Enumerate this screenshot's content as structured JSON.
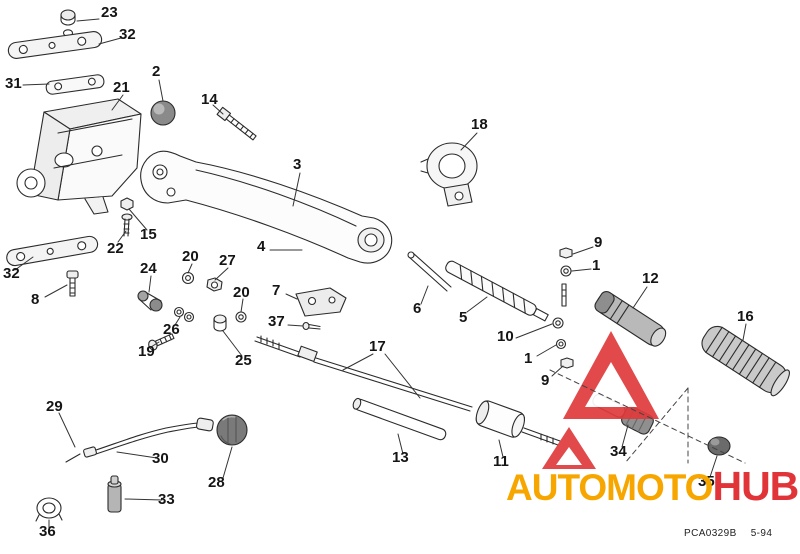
{
  "diagram": {
    "callouts": [
      {
        "label": "23"
      },
      {
        "label": "32"
      },
      {
        "label": "31"
      },
      {
        "label": "2"
      },
      {
        "label": "21"
      },
      {
        "label": "14"
      },
      {
        "label": "3"
      },
      {
        "label": "18"
      },
      {
        "label": "15"
      },
      {
        "label": "22"
      },
      {
        "label": "4"
      },
      {
        "label": "32"
      },
      {
        "label": "8"
      },
      {
        "label": "24"
      },
      {
        "label": "20"
      },
      {
        "label": "27"
      },
      {
        "label": "20"
      },
      {
        "label": "7"
      },
      {
        "label": "37"
      },
      {
        "label": "26"
      },
      {
        "label": "19"
      },
      {
        "label": "25"
      },
      {
        "label": "6"
      },
      {
        "label": "5"
      },
      {
        "label": "9"
      },
      {
        "label": "1"
      },
      {
        "label": "10"
      },
      {
        "label": "1"
      },
      {
        "label": "9"
      },
      {
        "label": "12"
      },
      {
        "label": "16"
      },
      {
        "label": "17"
      },
      {
        "label": "29"
      },
      {
        "label": "30"
      },
      {
        "label": "28"
      },
      {
        "label": "13"
      },
      {
        "label": "11"
      },
      {
        "label": "34"
      },
      {
        "label": "35"
      },
      {
        "label": "33"
      },
      {
        "label": "36"
      }
    ],
    "watermark": {
      "brand_part1": "AUTOMOTO",
      "brand_part2": "HUB",
      "color_part1": "#F7A600",
      "color_part2": "#E03438"
    },
    "footer": {
      "part_code": "PCA0329B",
      "revision": "5-94"
    }
  }
}
